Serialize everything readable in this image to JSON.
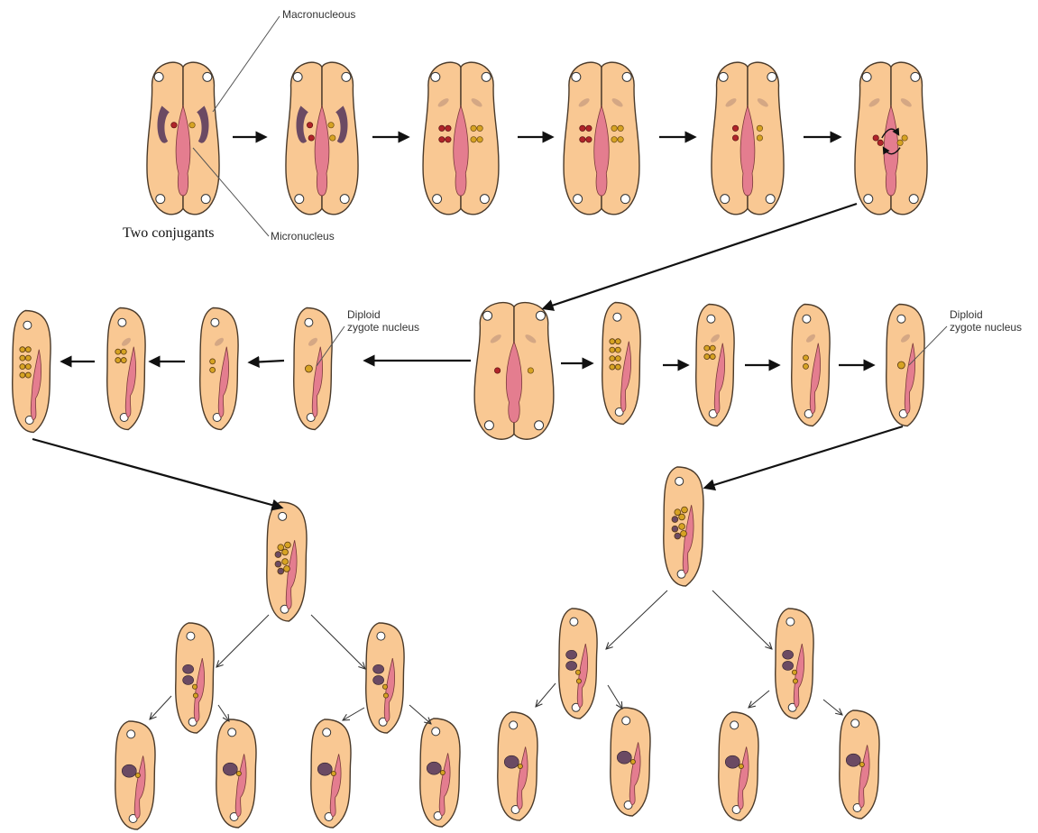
{
  "labels": {
    "macronucleus": "Macronucleous",
    "micronucleus": "Micronucleus",
    "two_conjugants": "Two conjugants",
    "diploid_left": "Diploid\nzygote nucleus",
    "diploid_right": "Diploid\nzygote nucleus"
  },
  "colors": {
    "cell_fill": "#f9c893",
    "cell_stroke": "#4a3a2a",
    "macronucleus": "#6b4a63",
    "oral_groove": "#e47d8f",
    "micronucleus_left": "#b0252a",
    "micronucleus_right": "#d6a323",
    "vacuole": "#ffffff",
    "faded_macronucleus": "#d4a784",
    "arrow": "#111111"
  }
}
